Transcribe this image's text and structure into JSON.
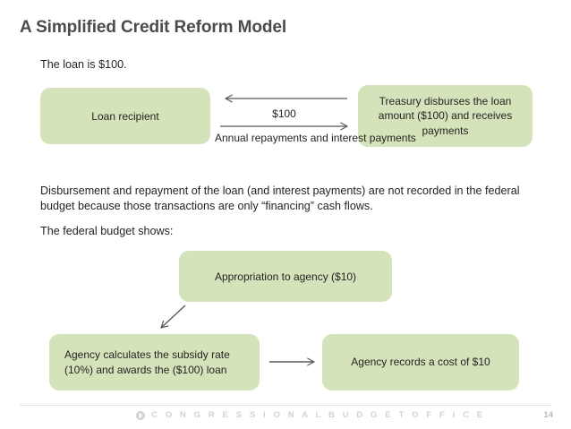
{
  "slide": {
    "title": "A Simplified Credit Reform Model",
    "page_number": "14",
    "accent_green": "#d5e3ba",
    "title_color": "#4b4b4b",
    "arrow_color": "#595959"
  },
  "intro": {
    "loan_line": "The loan is $100."
  },
  "top_diagram": {
    "left_box": "Loan recipient",
    "right_box": "Treasury disburses the loan amount ($100) and receives payments",
    "arrow_top_label": "$100",
    "arrow_bottom_label": "Annual repayments and interest payments",
    "arrow_top_direction": "left",
    "arrow_bottom_direction": "right"
  },
  "narrative": {
    "paragraph": "Disbursement and repayment of the loan (and interest payments) are not recorded in the federal budget because those transactions are only “financing” cash flows.",
    "lead_in": "The federal budget shows:"
  },
  "bottom_diagram": {
    "appropriation_box": "Appropriation to agency ($10)",
    "agency_calc_box": "Agency calculates the subsidy rate (10%) and awards the ($100) loan",
    "agency_records_box": "Agency records a cost of $10",
    "diagonal_arrow_direction": "down-left",
    "horizontal_arrow_direction": "right"
  },
  "footer": {
    "organization": "C O N G R E S S I O N A L   B U D G E T   O F F I C E",
    "logo_icon": "cbo-circle-logo-icon"
  }
}
